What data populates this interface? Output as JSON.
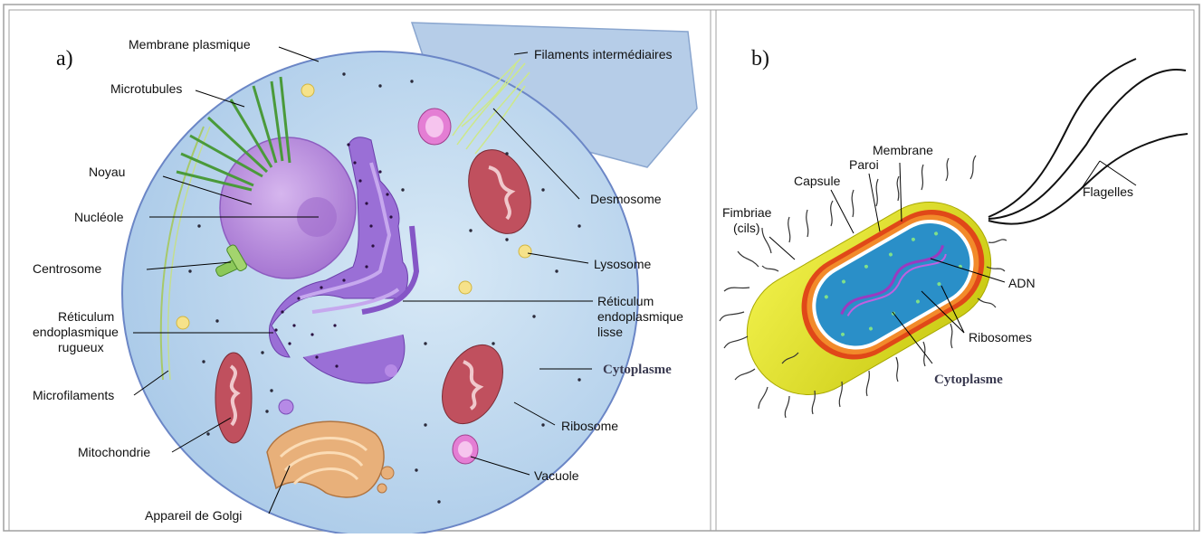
{
  "panels": {
    "a": {
      "letter": "a)",
      "labels": {
        "membrane_plasmique": "Membrane plasmique",
        "filaments_intermediaires": "Filaments intermédiaires",
        "microtubules": "Microtubules",
        "noyau": "Noyau",
        "nucleole": "Nucléole",
        "centrosome": "Centrosome",
        "ret_rugueux_1": "Réticulum",
        "ret_rugueux_2": "endoplasmique",
        "ret_rugueux_3": "rugueux",
        "microfilaments": "Microfilaments",
        "mitochondrie": "Mitochondrie",
        "golgi": "Appareil de Golgi",
        "desmosome": "Desmosome",
        "lysosome": "Lysosome",
        "ret_lisse_1": "Réticulum",
        "ret_lisse_2": "endoplasmique",
        "ret_lisse_3": "lisse",
        "cytoplasme": "Cytoplasme",
        "ribosome": "Ribosome",
        "vacuole": "Vacuole"
      }
    },
    "b": {
      "letter": "b)",
      "labels": {
        "membrane": "Membrane",
        "paroi": "Paroi",
        "capsule": "Capsule",
        "fimbriae_1": "Fimbriae",
        "fimbriae_2": "(cils)",
        "flagelles": "Flagelles",
        "adn": "ADN",
        "ribosomes": "Ribosomes",
        "cytoplasme": "Cytoplasme"
      }
    }
  },
  "colors": {
    "cell_fill": "#bcd8ee",
    "cell_stroke": "#6b86c6",
    "nucleus": "#b47fd8",
    "er": "#8a5cc9",
    "mitochondria": "#b8485a",
    "golgi": "#e8b07a",
    "bacteria_capsule": "#e0e21c",
    "bacteria_wall": "#e04818",
    "bacteria_cytoplasm": "#2a8fc8"
  }
}
